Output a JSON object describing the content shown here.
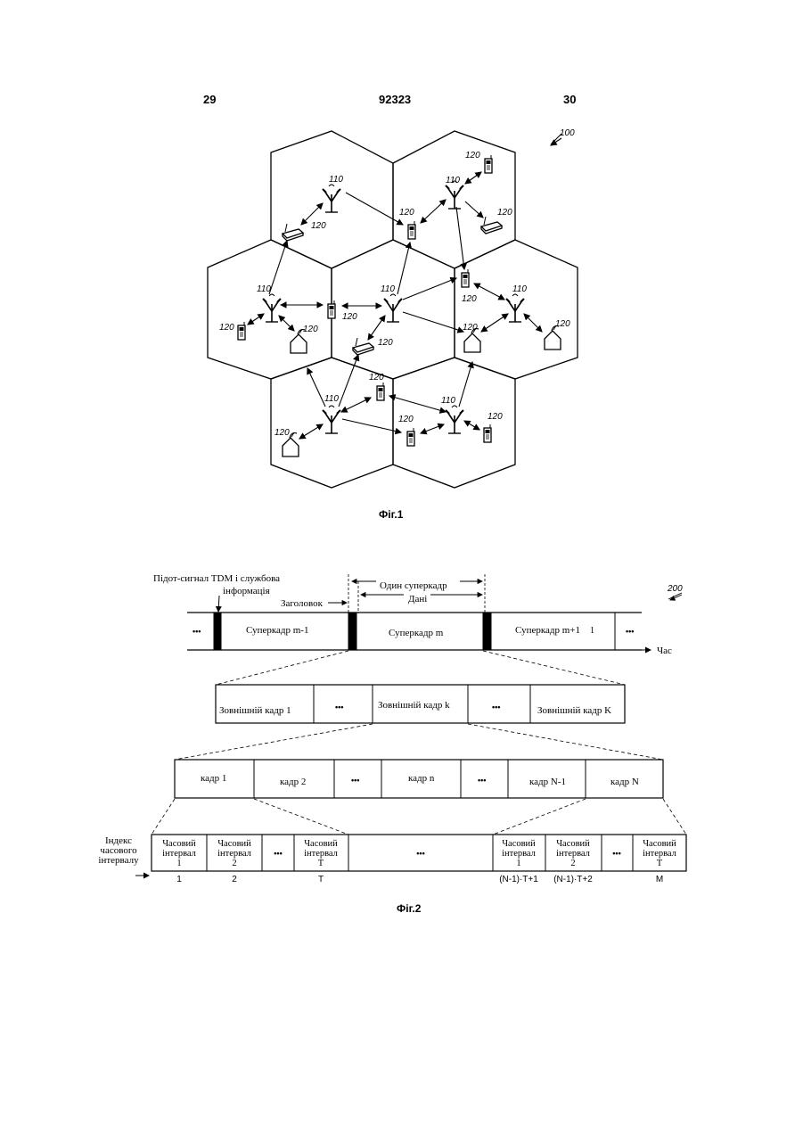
{
  "header": {
    "page_left": "29",
    "doc_number": "92323",
    "page_right": "30"
  },
  "fig1": {
    "ref_network": "100",
    "ref_base_station": "110",
    "ref_terminal": "120",
    "caption": "Фіг.1"
  },
  "fig2": {
    "ref_frame_structure": "200",
    "label_pilot": "Підот-сигнал TDM і службова інформація",
    "label_pilot_line1": "Підот-сигнал TDM і службова",
    "label_pilot_line2": "інформація",
    "label_one_superframe": "Один суперкадр",
    "label_data": "Дані",
    "label_header": "Заголовок",
    "label_time": "Час",
    "ellipsis": "•••",
    "superframes": [
      "Суперкадр m-1",
      "Суперкадр m",
      "Суперкадр m+1"
    ],
    "superframe_marker": "1",
    "outer_frames": [
      "Зовнішній кадр 1",
      "Зовнішній кадр k",
      "Зовнішній кадр K"
    ],
    "frames": [
      "кадр 1",
      "кадр 2",
      "кадр n",
      "кадр N-1",
      "кадр N"
    ],
    "slot_index_label": [
      "Індекс",
      "часового",
      "інтервалу"
    ],
    "slot_word1": "Часовий",
    "slot_word2": "інтервал",
    "slots_left": [
      "1",
      "2",
      "T"
    ],
    "slots_right": [
      "1",
      "2",
      "T"
    ],
    "slot_indices": [
      "1",
      "2",
      "T",
      "(N-1)·T+1",
      "(N-1)·T+2",
      "M"
    ],
    "caption": "Фіг.2"
  }
}
